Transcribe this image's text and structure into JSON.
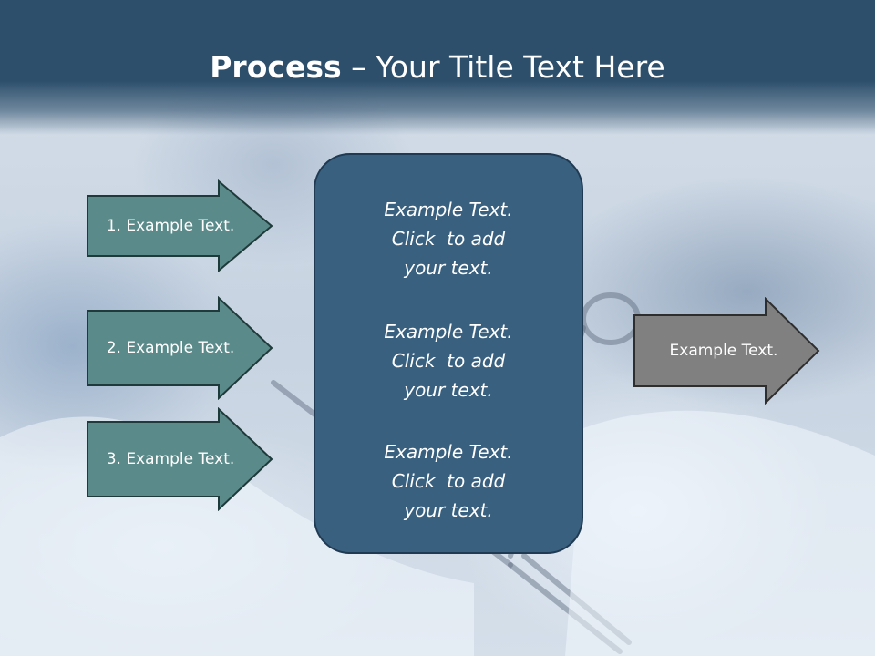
{
  "title": {
    "bold": "Process",
    "rest": " – Your Title Text Here"
  },
  "steps": [
    {
      "label": "1. Example Text."
    },
    {
      "label": "2. Example Text."
    },
    {
      "label": "3. Example Text."
    }
  ],
  "center": [
    {
      "line1": "Example Text.",
      "line2": "Click  to add",
      "line3": "your text."
    },
    {
      "line1": "Example Text.",
      "line2": "Click  to add",
      "line3": "your text."
    },
    {
      "line1": "Example Text.",
      "line2": "Click  to add",
      "line3": "your text."
    }
  ],
  "output": {
    "label": "Example Text."
  },
  "colors": {
    "header": "#2d4f6c",
    "step_fill": "#5b8a8a",
    "center_fill": "#39607f",
    "output_fill": "#808080"
  }
}
